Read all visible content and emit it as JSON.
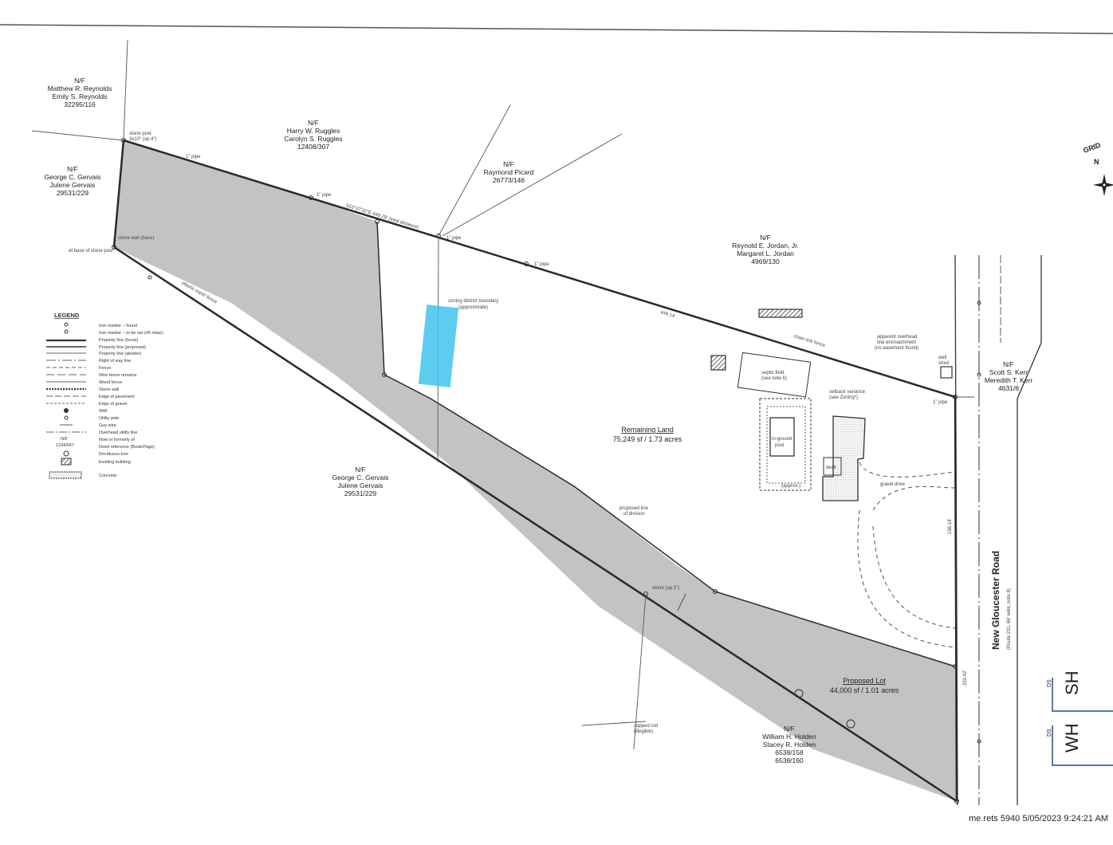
{
  "owners": {
    "reynolds": [
      "N/F",
      "Matthew R. Reynolds",
      "Emily S. Reynolds",
      "32295/116"
    ],
    "ruggles": [
      "N/F",
      "Harry W. Ruggles",
      "Carolyn S. Ruggles",
      "12408/307"
    ],
    "picard": [
      "N/F",
      "Raymond Picard",
      "26773/146"
    ],
    "jordan": [
      "N/F",
      "Reynold E. Jordan, Jr.",
      "Margaret L. Jordan",
      "4969/130"
    ],
    "gervais_top": [
      "N/F",
      "George C. Gervais",
      "Julene Gervais",
      "29531/229"
    ],
    "gervais_mid": [
      "N/F",
      "George C. Gervais",
      "Julene Gervais",
      "29531/229"
    ],
    "kerr": [
      "N/F",
      "Scott S. Kerr",
      "Meredith T. Kerr",
      "4631/8"
    ],
    "holden": [
      "N/F",
      "William H. Holden",
      "Stacey R. Holden",
      "6538/158",
      "6538/160"
    ]
  },
  "areas": {
    "remaining_title": "Remaining Land",
    "remaining_size": "75,249 sf / 1.73 acres",
    "proposed_title": "Proposed Lot",
    "proposed_size": "44,000 sf / 1.01 acres"
  },
  "road": {
    "name": "New Gloucester Road",
    "note": "(Route 231, 66' wide, note 8)"
  },
  "annotations": {
    "stone_post": "stone post",
    "stone_post_2": "3x10\" (up 4\")",
    "stone_wall": "stone wall (base)",
    "iron_base": "at base of stone post",
    "plastic_fence": "plastic mesh fence",
    "pipe1": "1\" pipe",
    "pipe2": "1\" pipe",
    "pipe3": "1\" pipe",
    "pipe4": "1\" pipe",
    "pipe5": "1\" pipe",
    "bearing_top": "S53°37'32\"E 449.29' (total distance)",
    "dist_east": "449.14'",
    "zoning": "zoning district boundary",
    "zoning2": "(approximate)",
    "chain_fence": "chain link fence",
    "overhead1": "apparent overhead",
    "overhead2": "line encroachment",
    "overhead3": "(no easement found)",
    "well": "well",
    "shed": "shed",
    "septic1": "septic field",
    "septic2": "(see note 6)",
    "setback1": "setback variance",
    "setback2": "(see Zoning*)",
    "pool1": "in-ground",
    "pool2": "pool",
    "approx": "(approx.)",
    "deck": "deck",
    "gravel_drive": "gravel drive",
    "division1": "proposed line",
    "division2": "of division",
    "stone_mid": "stone (up 3\")",
    "capped_rod1": "capped rod",
    "capped_rod2": "(illegible)",
    "dist_right": "156.14'",
    "dist_right2": "220.42'"
  },
  "legend": {
    "title": "LEGEND",
    "items": [
      "Iron marker – found",
      "Iron marker – to be set (#5 rebar)",
      "Property line (focus)",
      "Property line (proposed)",
      "Property line (abutter)",
      "Right of way line",
      "Fence",
      "Wire fence remains",
      "Wood fence",
      "Stone wall",
      "Edge of pavement",
      "Edge of gravel",
      "Well",
      "Utility pole",
      "Guy wire",
      "Overhead utility line",
      "Now or formerly of",
      "Deed reference (Book/Page)",
      "Deciduous tree",
      "Existing building",
      "Concrete"
    ],
    "nf": "N/F",
    "book": "1234/567"
  },
  "north": {
    "label": "GRID",
    "letter": "N"
  },
  "initials": {
    "ds1": "DS",
    "i1": "SH",
    "ds2": "DS",
    "i2": "WH"
  },
  "watermark": "me.rets 5940 5/05/2023 9:24:21 AM",
  "colors": {
    "gray_fill": "#c3c3c3",
    "highlight": "#3fc4ec",
    "ink": "#2a2a2a"
  }
}
